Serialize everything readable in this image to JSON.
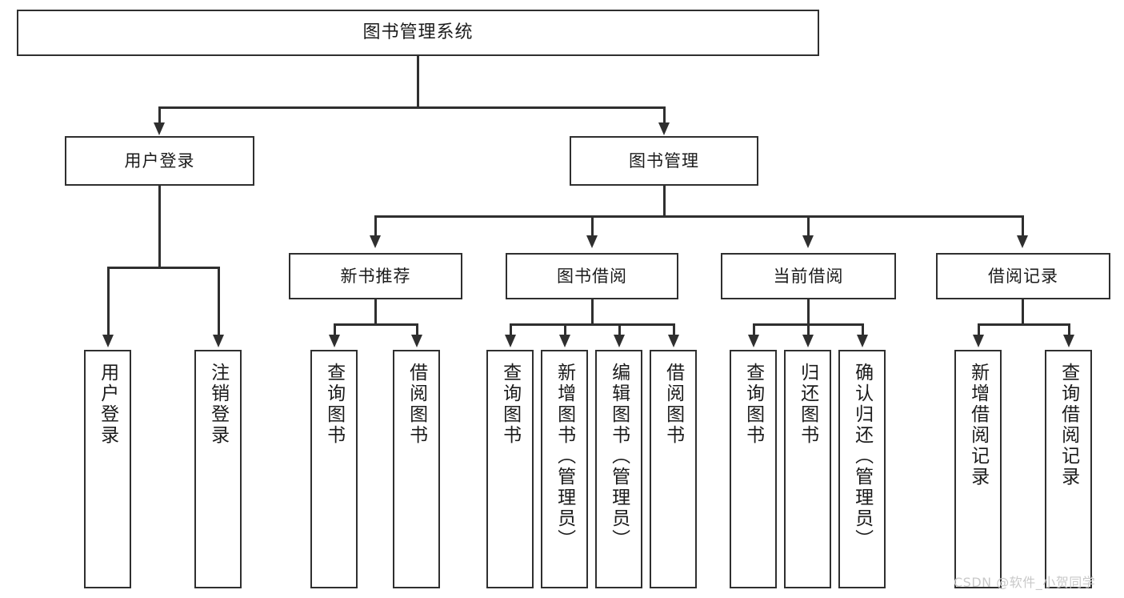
{
  "diagram": {
    "title": "图书管理系统",
    "type": "hierarchy-tree",
    "root": {
      "id": "root",
      "label": "图书管理系统"
    },
    "level2": [
      {
        "id": "user-login",
        "label": "用户登录"
      },
      {
        "id": "book-management",
        "label": "图书管理"
      }
    ],
    "level3": [
      {
        "id": "new-book-recommend",
        "label": "新书推荐"
      },
      {
        "id": "book-borrow",
        "label": "图书借阅"
      },
      {
        "id": "current-borrow",
        "label": "当前借阅"
      },
      {
        "id": "borrow-record",
        "label": "借阅记录"
      }
    ],
    "leaves": {
      "user_login": [
        {
          "id": "leaf-user-login",
          "label": "用户登录"
        },
        {
          "id": "leaf-logout",
          "label": "注销登录"
        }
      ],
      "new_book_recommend": [
        {
          "id": "leaf-query-book-1",
          "label": "查询图书"
        },
        {
          "id": "leaf-borrow-book-1",
          "label": "借阅图书"
        }
      ],
      "book_borrow": [
        {
          "id": "leaf-query-book-2",
          "label": "查询图书"
        },
        {
          "id": "leaf-add-book",
          "label": "新增图书（管理员）"
        },
        {
          "id": "leaf-edit-book",
          "label": "编辑图书（管理员）"
        },
        {
          "id": "leaf-borrow-book-2",
          "label": "借阅图书"
        }
      ],
      "current_borrow": [
        {
          "id": "leaf-query-book-3",
          "label": "查询图书"
        },
        {
          "id": "leaf-return-book",
          "label": "归还图书"
        },
        {
          "id": "leaf-confirm-return",
          "label": "确认归还（管理员）"
        }
      ],
      "borrow_record": [
        {
          "id": "leaf-add-record",
          "label": "新增借阅记录"
        },
        {
          "id": "leaf-query-record",
          "label": "查询借阅记录"
        }
      ]
    }
  },
  "watermark": {
    "text": "CSDN @软件_小贺同学"
  },
  "colors": {
    "stroke": "#2f2f2f",
    "fill": "#ffffff",
    "text": "#1b1b1b",
    "watermark": "#c9c9c9"
  }
}
